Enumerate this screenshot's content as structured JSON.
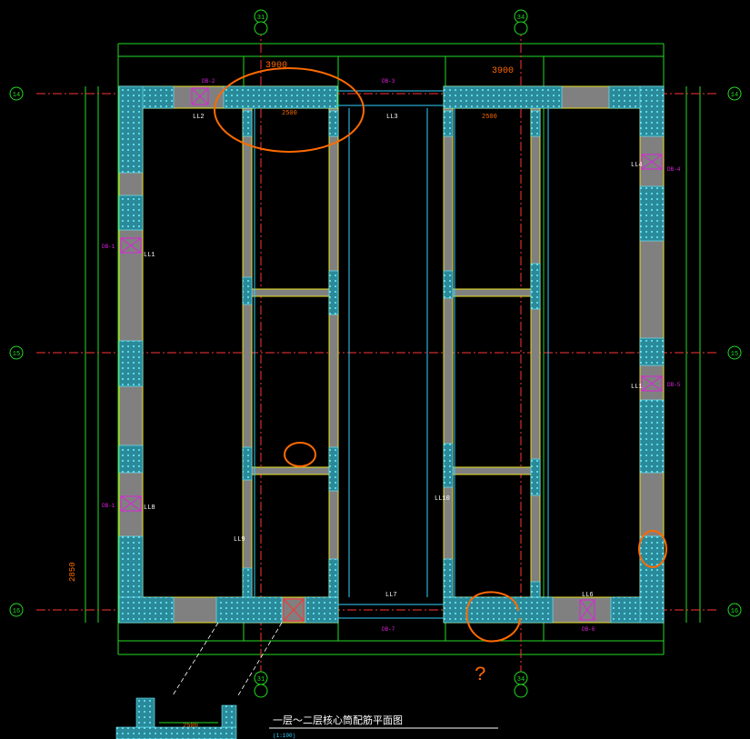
{
  "drawing": {
    "title": "一层～二层核心筒配筋平面图",
    "subtitle": "(1:100)"
  },
  "axes": {
    "top": [
      "31",
      "34"
    ],
    "bottom": [
      "31",
      "34"
    ],
    "left": [
      "14",
      "15",
      "16"
    ],
    "right": [
      "14",
      "15",
      "16"
    ]
  },
  "dims": {
    "top_span_left": "3900",
    "top_span_right": "3900",
    "inner_left": "2500",
    "inner_right": "2500",
    "left_height": "2850",
    "detail_width": "2500"
  },
  "beams": [
    "LL2",
    "LL3",
    "LL4",
    "LL1",
    "LL1",
    "LL8",
    "LL9",
    "LL7",
    "LL10",
    "LL6"
  ],
  "openings": [
    "DB-2",
    "DB-3",
    "DB-4",
    "DB-1",
    "DB-5",
    "DB-1",
    "DB-7",
    "DB-6"
  ],
  "annotations": {
    "question_mark": "?"
  },
  "colors": {
    "background": "#000000",
    "wall_fill": "#808080",
    "column_fill": "#2fb8c8",
    "dim_line": "#22dd22",
    "axis_line": "#ff3333",
    "beam_line": "#e8e020",
    "markup": "#ff6a00",
    "opening": "#dd22dd",
    "text": "#ffffff"
  }
}
